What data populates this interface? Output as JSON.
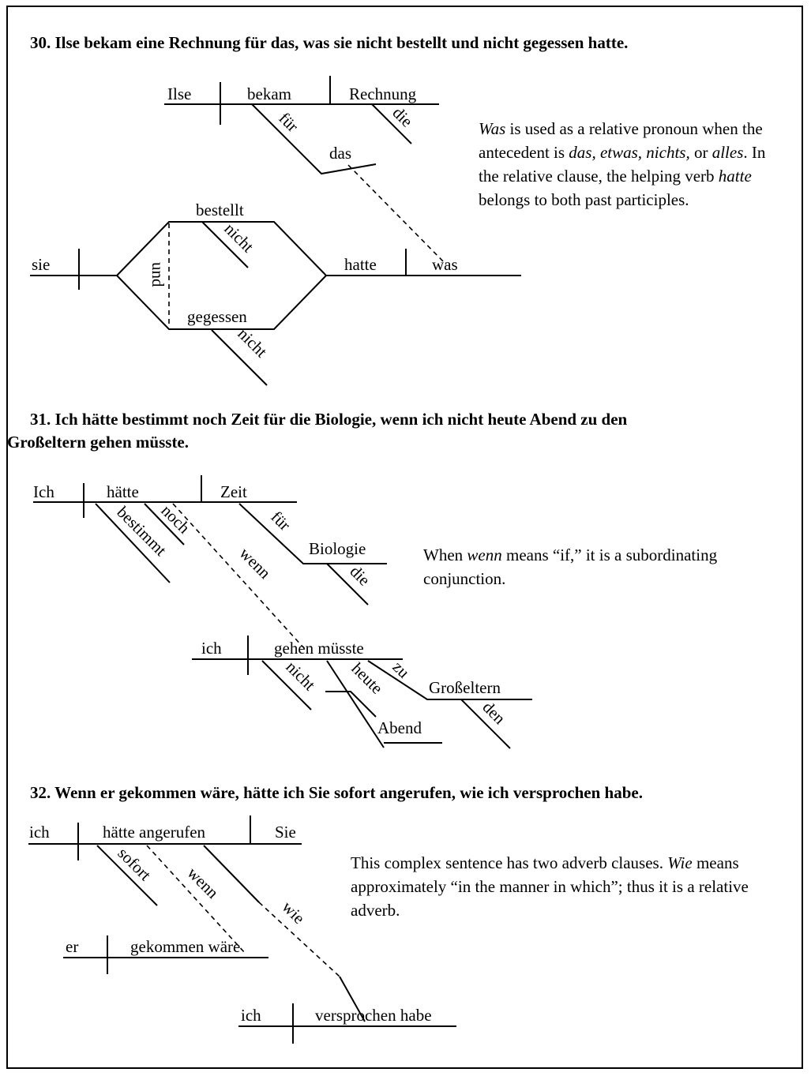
{
  "sections": [
    {
      "heading": "30. Ilse bekam eine Rechnung für das, was sie nicht bestellt und nicht gegessen hatte.",
      "note": [
        {
          "t": "Was",
          "i": true
        },
        {
          "t": " is used as a relative pronoun when the antecedent is ",
          "i": false
        },
        {
          "t": "das, etwas, nichts,",
          "i": true
        },
        {
          "t": " or ",
          "i": false
        },
        {
          "t": "alles",
          "i": true
        },
        {
          "t": ". In the relative clause, the helping verb ",
          "i": false
        },
        {
          "t": "hatte",
          "i": true
        },
        {
          "t": " belongs to both past participles.",
          "i": false
        }
      ],
      "words": {
        "ilse": "Ilse",
        "bekam": "bekam",
        "rechnung": "Rechnung",
        "die": "die",
        "fuer": "für",
        "das": "das",
        "sie": "sie",
        "bestellt": "bestellt",
        "nicht1": "nicht",
        "und": "und",
        "gegessen": "gegessen",
        "nicht2": "nicht",
        "hatte": "hatte",
        "was": "was"
      }
    },
    {
      "heading_line1": "31. Ich hätte bestimmt noch Zeit für die Biologie, wenn ich nicht heute Abend zu den",
      "heading_line2": "Großeltern gehen müsste.",
      "note": [
        {
          "t": "When ",
          "i": false
        },
        {
          "t": "wenn",
          "i": true
        },
        {
          "t": " means “if,” it is a subordinating conjunction.",
          "i": false
        }
      ],
      "words": {
        "ich1": "Ich",
        "haette": "hätte",
        "zeit": "Zeit",
        "bestimmt": "bestimmt",
        "noch": "noch",
        "fuer": "für",
        "biologie": "Biologie",
        "die": "die",
        "wenn": "wenn",
        "ich2": "ich",
        "gehen_muesste": "gehen müsste",
        "nicht": "nicht",
        "heute": "heute",
        "abend": "Abend",
        "zu": "zu",
        "grosseltern": "Großeltern",
        "den": "den"
      }
    },
    {
      "heading": "32. Wenn er gekommen wäre, hätte ich Sie sofort angerufen, wie ich versprochen habe.",
      "note": [
        {
          "t": "This complex sentence has two adverb clauses. ",
          "i": false
        },
        {
          "t": "Wie",
          "i": true
        },
        {
          "t": " means approximately “in the manner in which”; thus it is a relative adverb.",
          "i": false
        }
      ],
      "words": {
        "ich1": "ich",
        "haette_angerufen": "hätte angerufen",
        "sie": "Sie",
        "sofort": "sofort",
        "wenn": "wenn",
        "wie": "wie",
        "er": "er",
        "gekommen_waere": "gekommen wäre",
        "ich2": "ich",
        "versprochen_habe": "versprochen habe"
      }
    }
  ]
}
